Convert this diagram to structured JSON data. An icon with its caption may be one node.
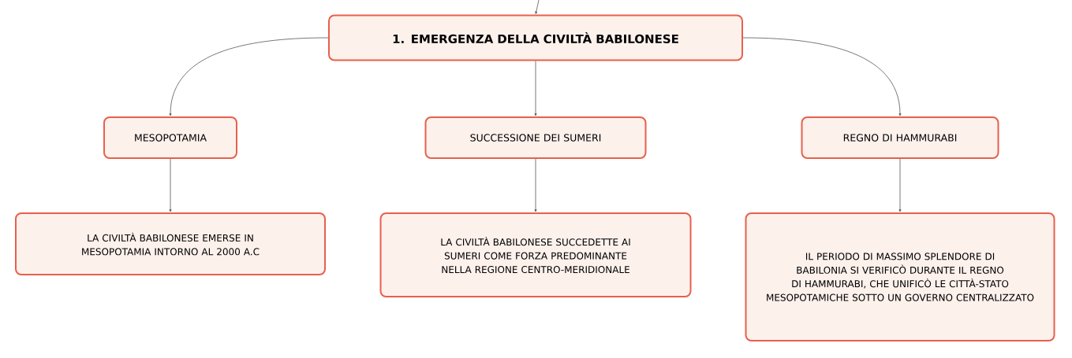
{
  "diagram": {
    "nodes": [
      {
        "text": [
          "1. EMERGENZA DELLA CIVILTÀ BABILONESE"
        ]
      },
      {
        "text": [
          "MESOPOTAMIA"
        ]
      },
      {
        "text": [
          "SUCCESSIONE DEI SUMERI"
        ]
      },
      {
        "text": [
          "REGNO DI HAMMURABI"
        ]
      },
      {
        "text": [
          "LA CIVILTÀ BABILONESE EMERSE IN MESOPOTAMIA INTORNO AL 2000 A.C"
        ]
      },
      {
        "text": [
          "LA CIVILTÀ BABILONESE SUCCEDETTE AI SUMERI COME FORZA PREDOMINANTE NELLA REGIONE CENTRO-MERIDIONALE"
        ]
      },
      {
        "text": [
          "IL PERIODO DI MASSIMO SPLENDORE DI BABILONIA SI VERIFICÒ DURANTE IL REGNO DI HAMMURABI, CHE UNIFICÒ LE CITTÀ-STATO MESOPOTAMICHE SOTTO UN GOVERNO CENTRALIZZATO"
        ]
      }
    ],
    "edges": [
      {
        "from": null,
        "to": 0,
        "arrow": "to"
      },
      {
        "from": 0,
        "to": 1,
        "arrow": "to"
      },
      {
        "from": 0,
        "to": 2,
        "arrow": "to"
      },
      {
        "from": 0,
        "to": 3,
        "arrow": "to"
      },
      {
        "from": 1,
        "to": 4,
        "arrow": "to"
      },
      {
        "from": 2,
        "to": 5,
        "arrow": "to"
      },
      {
        "from": 3,
        "to": 6,
        "arrow": "to"
      }
    ]
  }
}
